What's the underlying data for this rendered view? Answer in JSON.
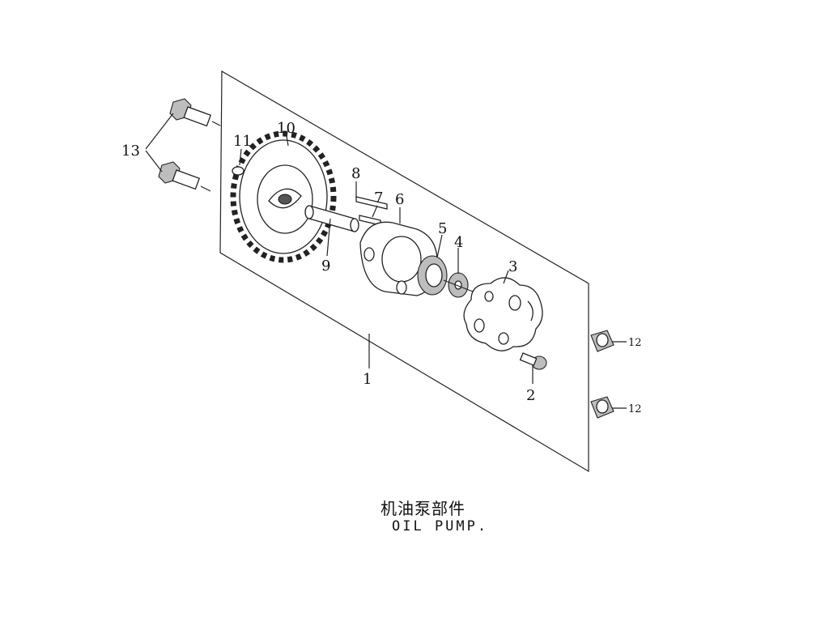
{
  "diagram": {
    "title_cn": "机油泵部件",
    "title_en": "OIL PUMP.",
    "callouts": [
      {
        "id": "1",
        "text": "1"
      },
      {
        "id": "2",
        "text": "2"
      },
      {
        "id": "3",
        "text": "3"
      },
      {
        "id": "4",
        "text": "4"
      },
      {
        "id": "5",
        "text": "5"
      },
      {
        "id": "6",
        "text": "6"
      },
      {
        "id": "7",
        "text": "7"
      },
      {
        "id": "8",
        "text": "8"
      },
      {
        "id": "9",
        "text": "9"
      },
      {
        "id": "10",
        "text": "10"
      },
      {
        "id": "11",
        "text": "11"
      },
      {
        "id": "12a",
        "text": "12"
      },
      {
        "id": "12b",
        "text": "12"
      },
      {
        "id": "13",
        "text": "13"
      }
    ]
  }
}
